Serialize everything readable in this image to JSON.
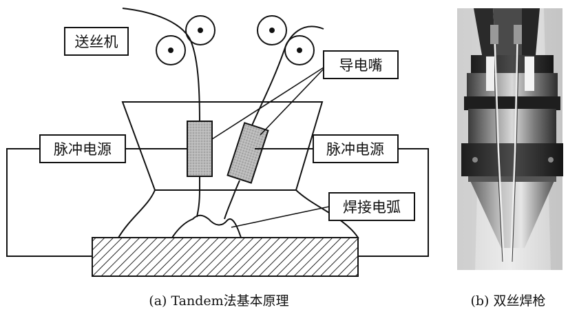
{
  "diagram": {
    "labels": {
      "wire_feeder": "送丝机",
      "contact_tip": "导电嘴",
      "pulse_power_left": "脉冲电源",
      "pulse_power_right": "脉冲电源",
      "welding_arc": "焊接电弧"
    },
    "captions": {
      "left": "(a) Tandem法基本原理",
      "right": "(b) 双丝焊枪"
    }
  }
}
